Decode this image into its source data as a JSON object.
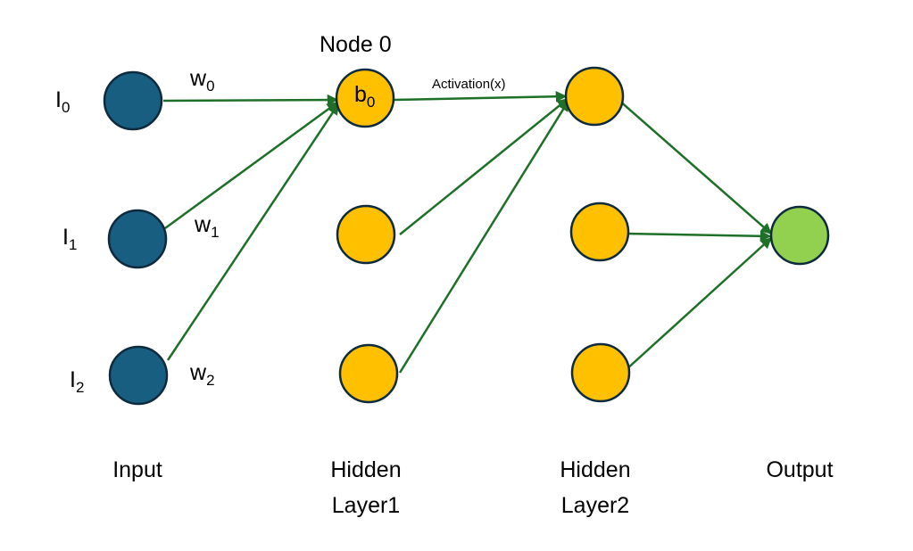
{
  "diagram": {
    "title": "Node 0",
    "edge_label": "Activation(x)",
    "colors": {
      "input": "#175E80",
      "hidden": "#FFC000",
      "output": "#92D050",
      "edge": "#1E7028",
      "outline": "#0E2A3D"
    },
    "inputs": [
      {
        "label": "I",
        "sub": "0",
        "weight": "w",
        "weight_sub": "0"
      },
      {
        "label": "I",
        "sub": "1",
        "weight": "w",
        "weight_sub": "1"
      },
      {
        "label": "I",
        "sub": "2",
        "weight": "w",
        "weight_sub": "2"
      }
    ],
    "bias": {
      "label": "b",
      "sub": "0"
    },
    "layers": [
      {
        "line1": "Input",
        "line2": ""
      },
      {
        "line1": "Hidden",
        "line2": "Layer1"
      },
      {
        "line1": "Hidden",
        "line2": "Layer2"
      },
      {
        "line1": "Output",
        "line2": ""
      }
    ]
  }
}
